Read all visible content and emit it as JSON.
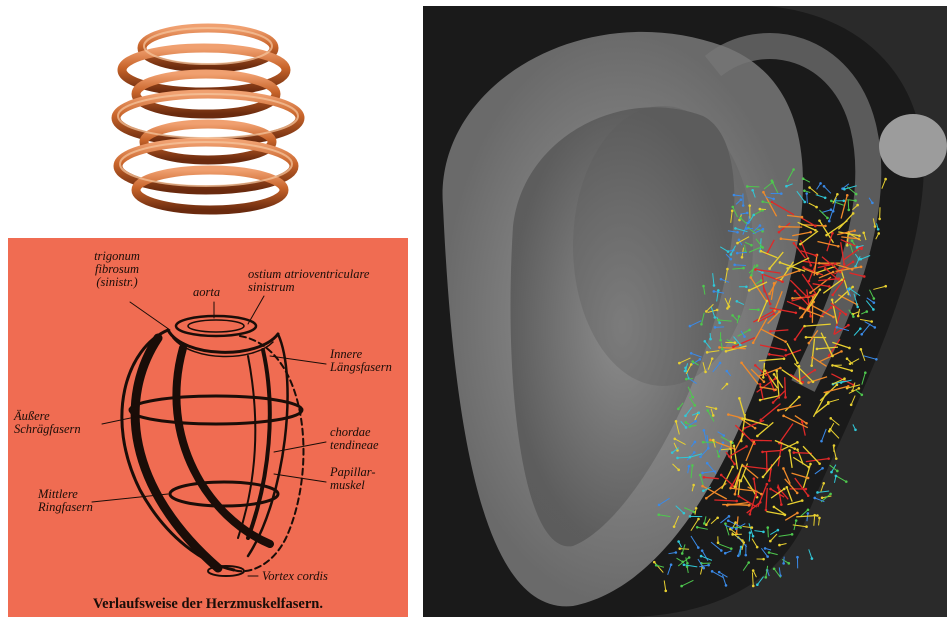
{
  "coil": {
    "color": "#c8642a",
    "highlight": "#f0a070",
    "shadow": "#6a2a0e"
  },
  "anatomy": {
    "background": "#f06c52",
    "ink": "#1a0d08",
    "labels": {
      "trigonum": "trigonum",
      "fibrosum": "fibrosum",
      "sinistr": "(sinistr.)",
      "aorta": "aorta",
      "ostium1": "ostium atrioventriculare",
      "ostium2": "sinistrum",
      "innere1": "Innere",
      "innere2": "Längsfasern",
      "aussere1": "Äußere",
      "aussere2": "Schrägfasern",
      "chordae1": "chordae",
      "chordae2": "tendineae",
      "papillar1": "Papillar-",
      "papillar2": "muskel",
      "mittlere1": "Mittlere",
      "mittlere2": "Ringfasern",
      "vortex": "Vortex cordis"
    },
    "caption": "Verlaufsweise der Herzmuskelfasern."
  },
  "mri": {
    "background": "#1a1a1a",
    "tissue": "#8a8a8a",
    "vector_colors": [
      "#e02828",
      "#f08a2a",
      "#e8d030",
      "#4ec84e",
      "#30c8d8",
      "#3a8ae8"
    ]
  }
}
